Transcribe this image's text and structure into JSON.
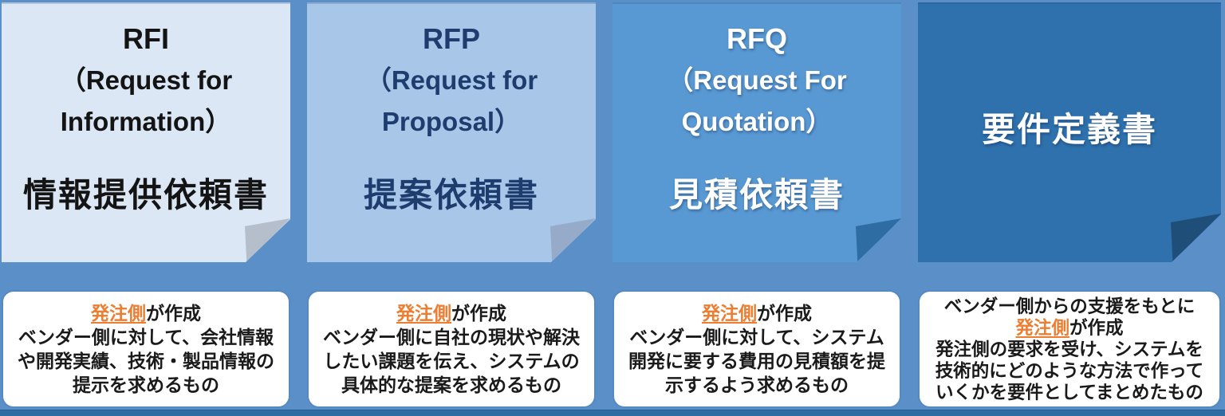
{
  "palette": {
    "background": "#5b8fc7",
    "bottom_band": "#2e6da4",
    "note_background": "#ffffff",
    "note_border": "#5589c4",
    "note_text": "#1a1a1a",
    "highlight_orange": "#ed7d31",
    "card_colors": [
      {
        "bg": "#dbe7f4",
        "text": "#141414",
        "fold": "#b4bfcb"
      },
      {
        "bg": "#a8c6e8",
        "text": "#1f3c6e",
        "fold": "#96abc9"
      },
      {
        "bg": "#5999d3",
        "text": "#ffffff",
        "fold": "#2e6da4"
      },
      {
        "bg": "#2e71ad",
        "text": "#ffffff",
        "fold": "#1f4e79"
      }
    ]
  },
  "columns": [
    {
      "card": {
        "acronym": "RFI",
        "english": "（Request for Information）",
        "japanese": "情報提供依頼書"
      },
      "note": {
        "author": "発注側",
        "after_author": "が作成",
        "body": "ベンダー側に対して、会社情報や開発実績、技術・製品情報の提示を求めるもの"
      }
    },
    {
      "card": {
        "acronym": "RFP",
        "english": "（Request for Proposal）",
        "japanese": "提案依頼書"
      },
      "note": {
        "author": "発注側",
        "after_author": "が作成",
        "body": "ベンダー側に自社の現状や解決したい課題を伝え、システムの具体的な提案を求めるもの"
      }
    },
    {
      "card": {
        "acronym": "RFQ",
        "english": "（Request For Quotation）",
        "japanese": "見積依頼書"
      },
      "note": {
        "author": "発注側",
        "after_author": "が作成",
        "body": "ベンダー側に対して、システム開発に要する費用の見積額を提示するよう求めるもの"
      }
    },
    {
      "card": {
        "acronym": "",
        "english": "",
        "japanese": "要件定義書"
      },
      "note": {
        "intro": "ベンダー側からの支援をもとに",
        "author": "発注側",
        "after_author": "が作成",
        "body": "発注側の要求を受け、システムを技術的にどのような方法で作っていくかを要件としてまとめたもの"
      }
    }
  ]
}
